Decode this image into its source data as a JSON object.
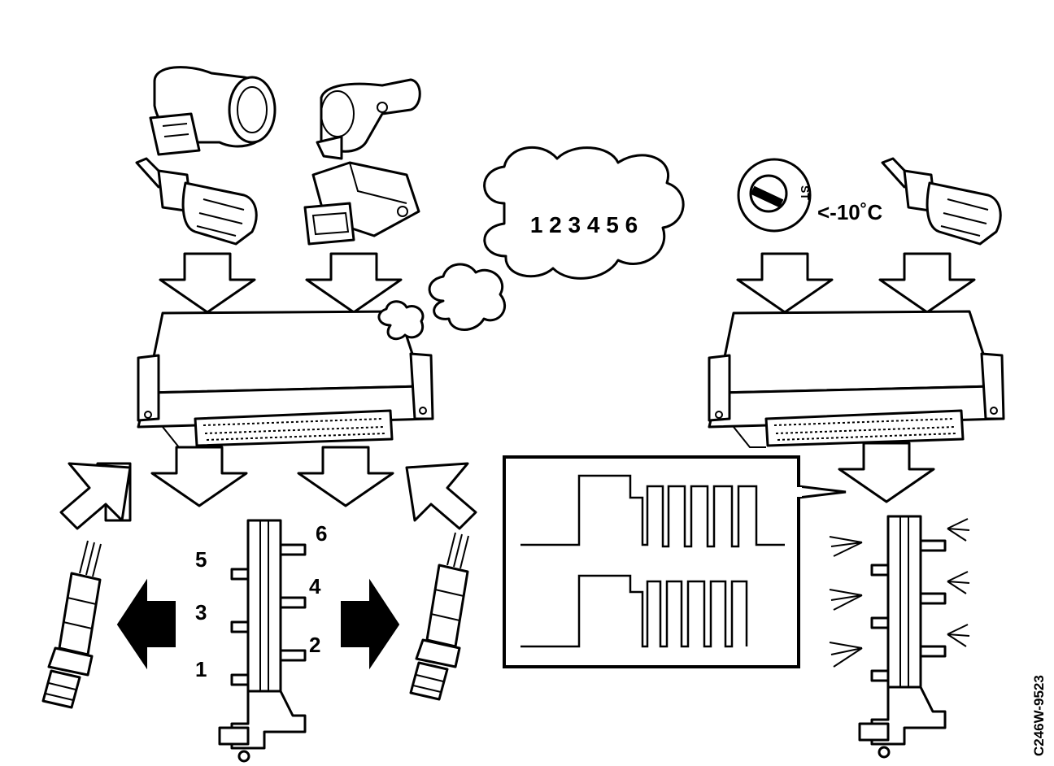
{
  "cloud_sequence": "1 2 3 4 5 6",
  "temperature_condition": "<-10˚C",
  "ignition_switch_marking": "ST",
  "rail_labels": {
    "cyl1": "1",
    "cyl2": "2",
    "cyl3": "3",
    "cyl4": "4",
    "cyl5": "5",
    "cyl6": "6"
  },
  "reference_code": "C246W-9523"
}
